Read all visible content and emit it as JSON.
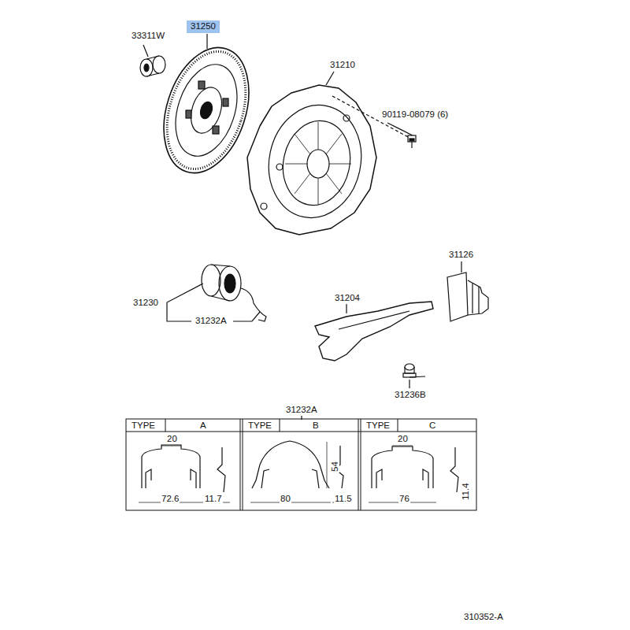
{
  "diagram": {
    "nodes": [
      {
        "text": [
          "31250"
        ]
      }
    ],
    "labels": [
      "33311W",
      "31210",
      "90119-08079 (6)",
      "31126",
      "31230",
      "31232A",
      "31204",
      "31236B",
      "31232A",
      "TYPE",
      "A",
      "TYPE",
      "B",
      "TYPE",
      "C",
      "20",
      "72.6",
      "11.7",
      "54",
      "80",
      "11.5",
      "20",
      "76",
      "11.4",
      "310352-A"
    ]
  }
}
